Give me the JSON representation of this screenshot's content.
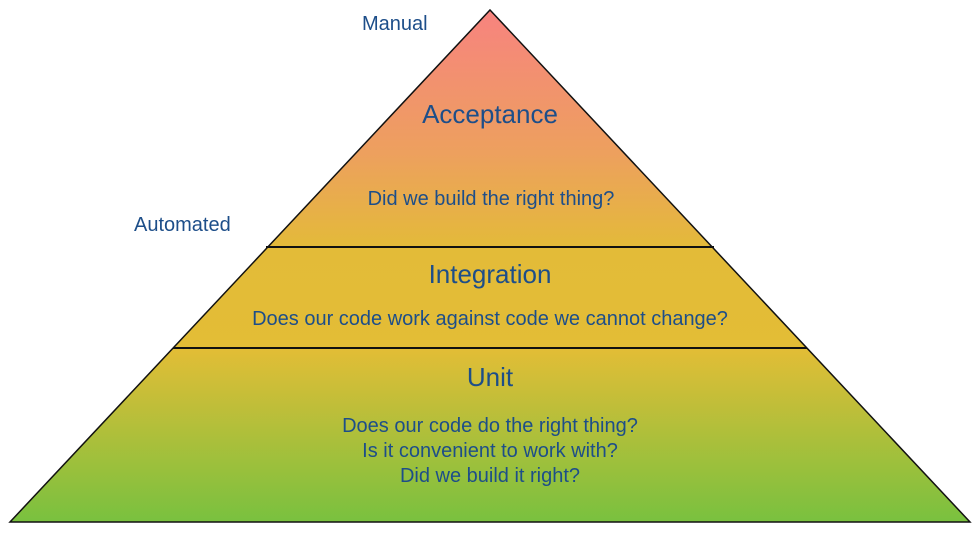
{
  "labels": {
    "manual": "Manual",
    "automated": "Automated"
  },
  "layers": {
    "acceptance": {
      "title": "Acceptance",
      "question": "Did we build the right thing?"
    },
    "integration": {
      "title": "Integration",
      "question": "Does our code work against code we cannot change?"
    },
    "unit": {
      "title": "Unit",
      "questions": [
        "Does our code do the right thing?",
        "Is it convenient to work with?",
        "Did we build it right?"
      ]
    }
  },
  "colors": {
    "top": "#f7837f",
    "middle": "#e5bd35",
    "bottom": "#7cc140",
    "outline": "#111111",
    "text": "#1d4e89"
  }
}
